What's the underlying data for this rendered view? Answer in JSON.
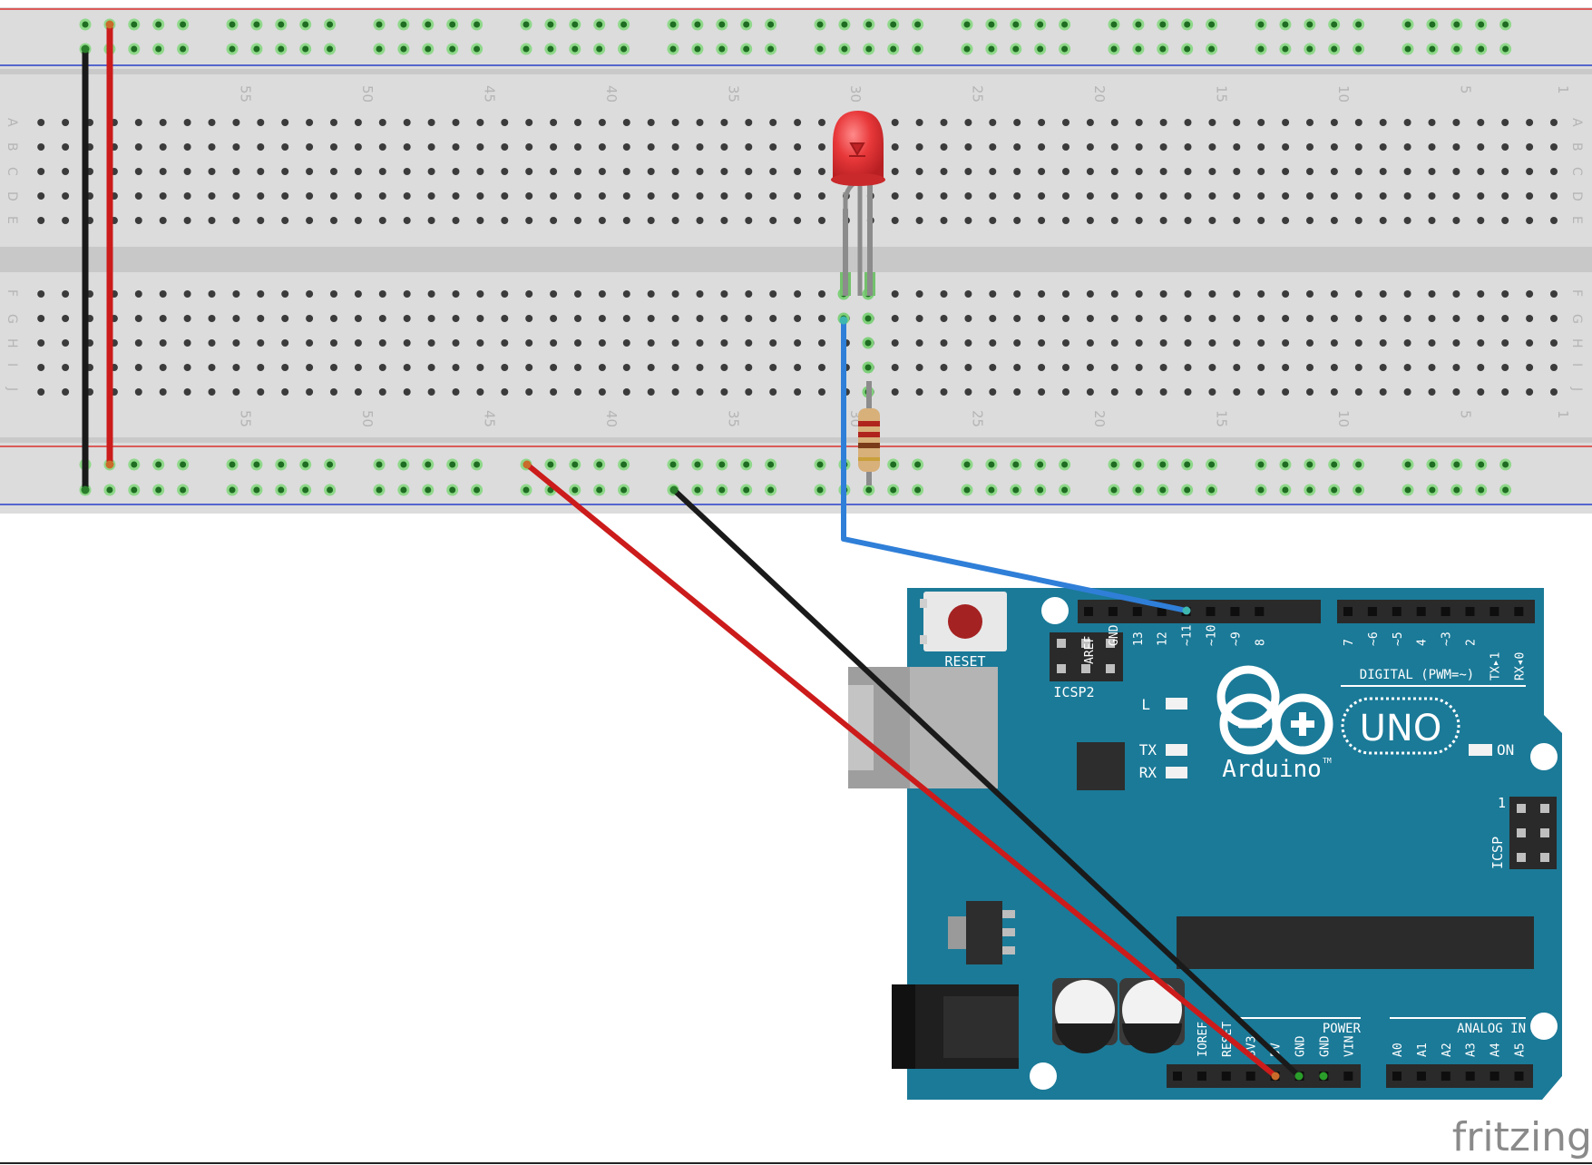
{
  "breadboard": {
    "top_numbers": [
      "55",
      "50",
      "45",
      "40",
      "35",
      "30",
      "25",
      "20",
      "15",
      "10",
      "5",
      "1"
    ],
    "bottom_numbers": [
      "55",
      "50",
      "45",
      "40",
      "35",
      "30",
      "25",
      "20",
      "15",
      "10",
      "5",
      "1"
    ],
    "rows_top": [
      "A",
      "B",
      "C",
      "D",
      "E"
    ],
    "rows_bottom": [
      "F",
      "G",
      "H",
      "I",
      "J"
    ]
  },
  "arduino": {
    "reset_label": "RESET",
    "icsp2_label": "ICSP2",
    "icsp_label": "ICSP",
    "icsp_pin1": "1",
    "led_l": "L",
    "tx_label": "TX",
    "rx_label": "RX",
    "on_label": "ON",
    "brand": "Arduino",
    "tm": "TM",
    "model": "UNO",
    "digital_label": "DIGITAL (PWM=~)",
    "power_label": "POWER",
    "analog_label": "ANALOG IN",
    "digital_pins_left": [
      "AREF",
      "GND",
      "13",
      "12",
      "~11",
      "~10",
      "~9",
      "8"
    ],
    "digital_pins_right": [
      "7",
      "~6",
      "~5",
      "4",
      "~3",
      "2",
      "TX▸1",
      "RX◂0"
    ],
    "power_pins": [
      "IOREF",
      "RESET",
      "3V3",
      "5V",
      "GND",
      "GND",
      "VIN"
    ],
    "analog_pins": [
      "A0",
      "A1",
      "A2",
      "A3",
      "A4",
      "A5"
    ]
  },
  "watermark": "fritzing",
  "colors": {
    "board": "#1b7a98",
    "breadboard": "#dcdcdc",
    "wire_red": "#cc1b1b",
    "wire_black": "#1a1a1a",
    "wire_blue": "#2f7fd8",
    "led": "#e8383a",
    "rail_red": "#d9322e",
    "rail_blue": "#2a3fc8"
  }
}
